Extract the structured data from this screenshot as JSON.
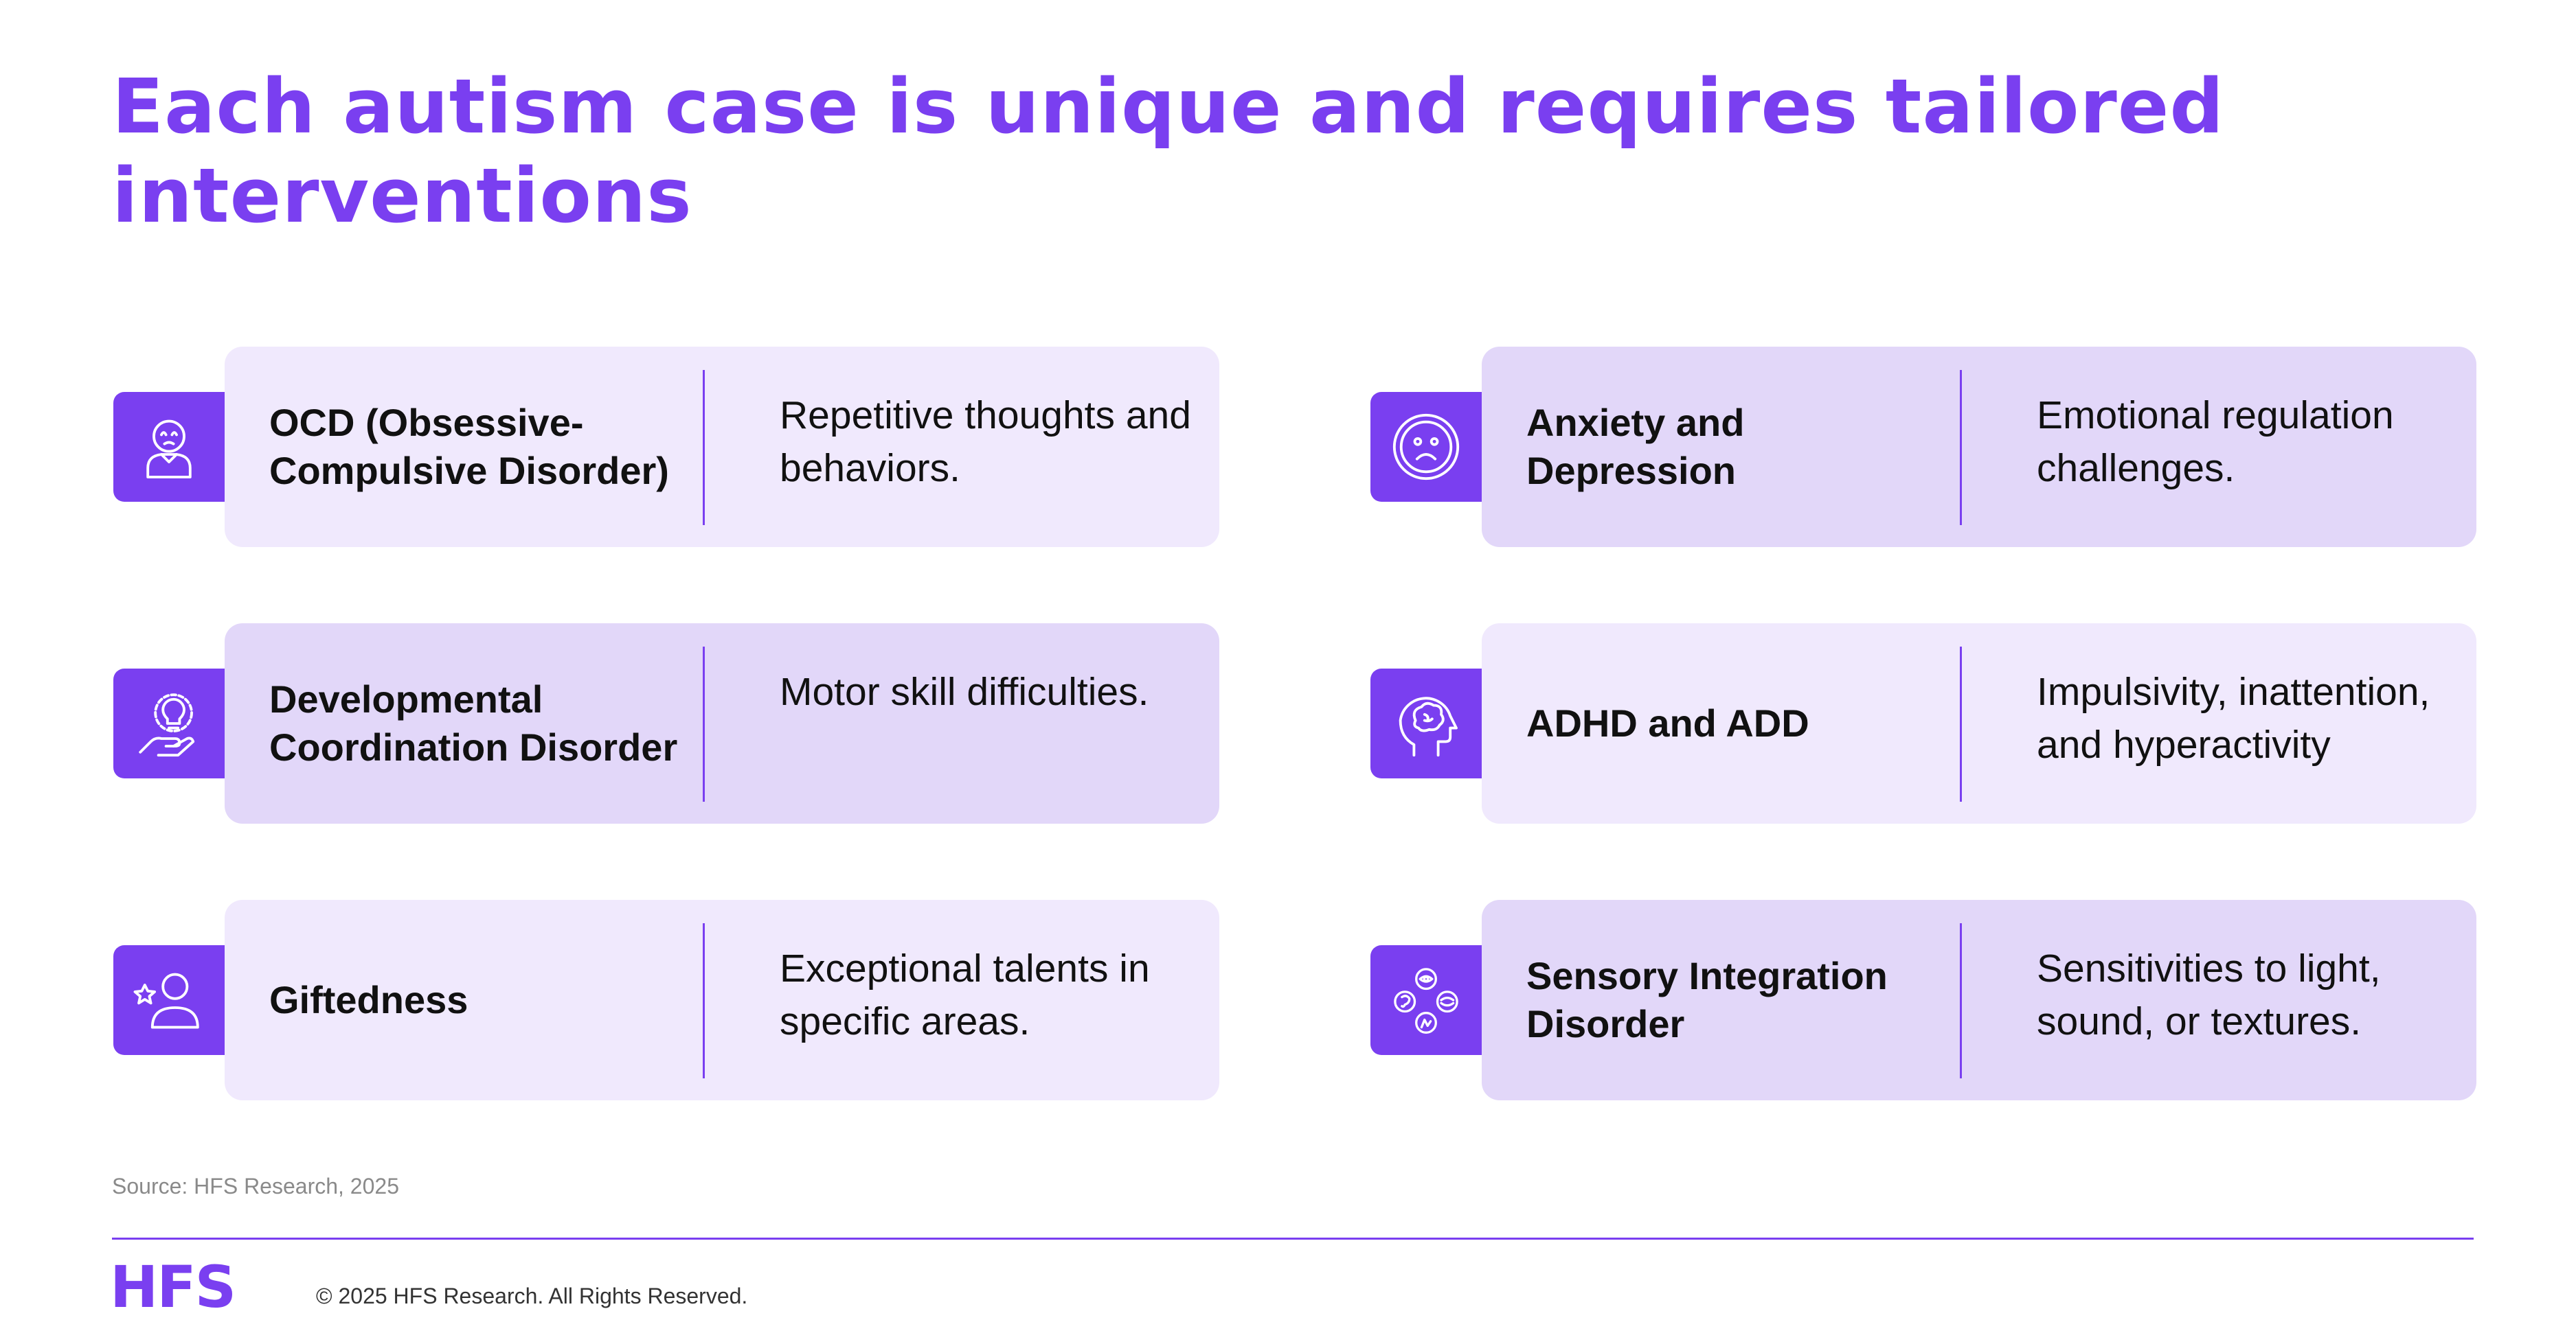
{
  "title": "Each autism case is unique and requires tailored interventions",
  "cards": [
    {
      "name": "OCD (Obsessive-Compulsive Disorder)",
      "description": "Repetitive thoughts and behaviors.",
      "icon": "person-thoughts-icon"
    },
    {
      "name": "Anxiety and Depression",
      "description": "Emotional regulation challenges.",
      "icon": "sad-face-icon"
    },
    {
      "name": "Developmental Coordination Disorder",
      "description": "Motor skill difficulties.",
      "icon": "hand-lightbulb-gear-icon"
    },
    {
      "name": "ADHD and ADD",
      "description": "Impulsivity, inattention, and hyperactivity",
      "icon": "head-brain-icon"
    },
    {
      "name": "Giftedness",
      "description": "Exceptional talents in specific areas.",
      "icon": "person-star-icon"
    },
    {
      "name": "Sensory Integration Disorder",
      "description": "Sensitivities to light, sound, or textures.",
      "icon": "senses-icon"
    }
  ],
  "source": "Source: HFS Research, 2025",
  "footer": {
    "logo_text": "HFS",
    "copyright": "© 2025 HFS Research. All Rights Reserved."
  },
  "colors": {
    "accent": "#7a3ff0",
    "card_light": "#f0e9fd",
    "card_mid": "#e2d7f9"
  }
}
